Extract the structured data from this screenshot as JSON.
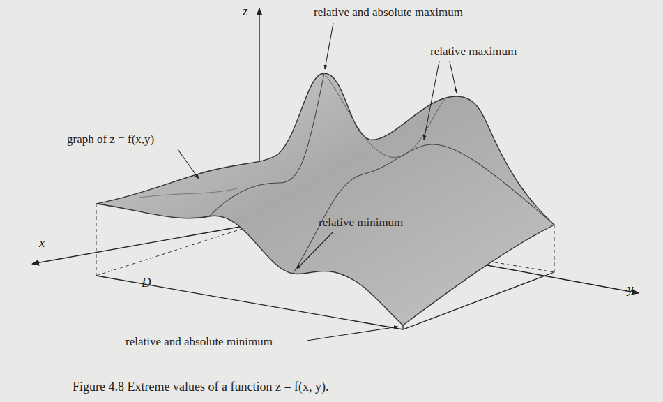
{
  "diagram": {
    "caption": "Figure 4.8 Extreme values of a function z = f(x, y).",
    "labels": [
      "z",
      "relative and absolute maximum",
      "relative maximum",
      "graph of z = f(x,y)",
      "relative minimum",
      "x",
      "D",
      "y",
      "relative and absolute minimum"
    ]
  }
}
